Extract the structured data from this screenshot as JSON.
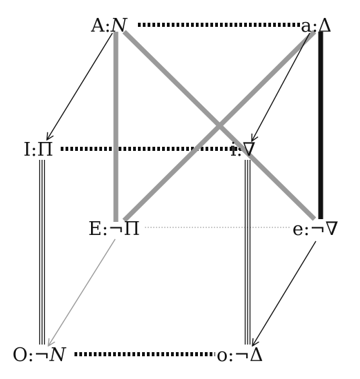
{
  "colors": {
    "ink": "#111111",
    "contradiction": "#9a9a9a",
    "light_edge": "#999999",
    "background": "#ffffff"
  },
  "nodes": {
    "A": {
      "label": "A:",
      "symbol": "N",
      "symbol_style": "italic"
    },
    "a": {
      "label": "a:",
      "symbol": "Δ",
      "symbol_style": "normal"
    },
    "I": {
      "label": "I:",
      "symbol": "Π",
      "symbol_style": "normal"
    },
    "i": {
      "label": "i:",
      "symbol": "∇",
      "symbol_style": "normal"
    },
    "E": {
      "label": "E:",
      "symbol": "¬Π",
      "symbol_style": "normal"
    },
    "e": {
      "label": "e:",
      "symbol": "¬∇",
      "symbol_style": "normal"
    },
    "O": {
      "label": "O:",
      "symbol": "¬N",
      "symbol_style": "italic"
    },
    "o": {
      "label": "o:",
      "symbol": "¬Δ",
      "symbol_style": "normal"
    }
  },
  "edges": [
    {
      "from": "A",
      "to": "a",
      "style": "dotted-thick"
    },
    {
      "from": "I",
      "to": "i",
      "style": "dotted-thick"
    },
    {
      "from": "O",
      "to": "o",
      "style": "dotted-thick"
    },
    {
      "from": "E",
      "to": "e",
      "style": "dotted-thin"
    },
    {
      "from": "A",
      "to": "E",
      "style": "gray-thick"
    },
    {
      "from": "A",
      "to": "e",
      "style": "gray-thick"
    },
    {
      "from": "a",
      "to": "E",
      "style": "gray-thick"
    },
    {
      "from": "a",
      "to": "e",
      "style": "black-thick"
    },
    {
      "from": "A",
      "to": "I",
      "style": "arrow"
    },
    {
      "from": "a",
      "to": "i",
      "style": "arrow"
    },
    {
      "from": "e",
      "to": "o",
      "style": "arrow"
    },
    {
      "from": "E",
      "to": "O",
      "style": "arrow-gray"
    },
    {
      "from": "I",
      "to": "O",
      "style": "double"
    },
    {
      "from": "i",
      "to": "o",
      "style": "double"
    }
  ]
}
